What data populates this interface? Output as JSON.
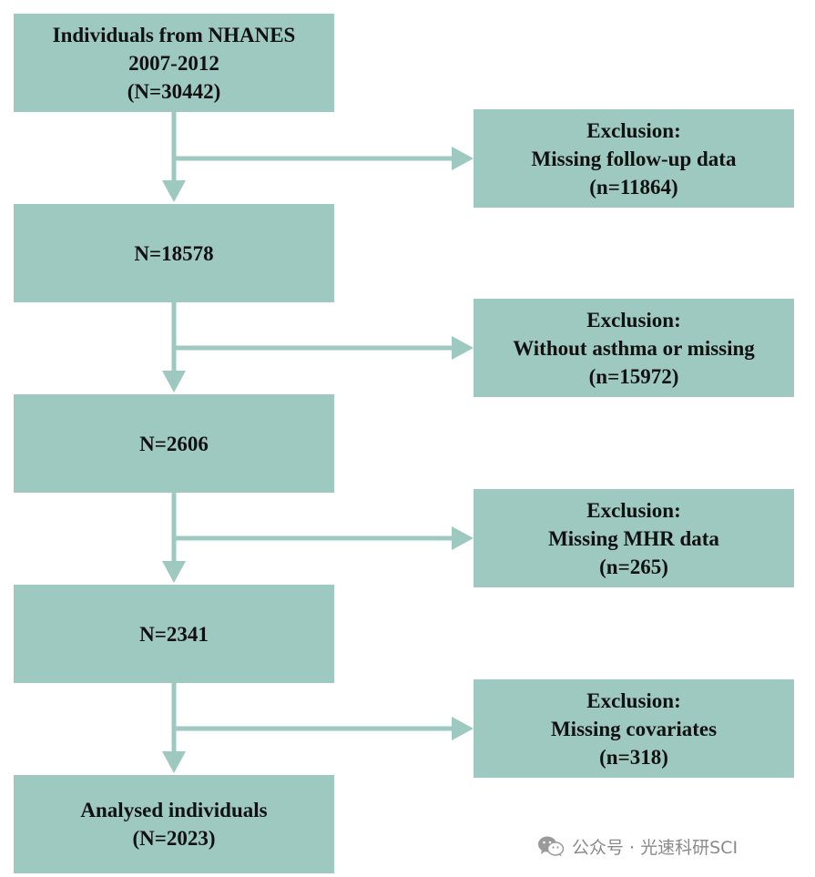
{
  "main_boxes": [
    {
      "lines": [
        "Individuals from NHANES",
        "2007-2012",
        "(N=30442)"
      ]
    },
    {
      "lines": [
        "N=18578"
      ]
    },
    {
      "lines": [
        "N=2606"
      ]
    },
    {
      "lines": [
        "N=2341"
      ]
    },
    {
      "lines": [
        "Analysed individuals",
        "(N=2023)"
      ]
    }
  ],
  "exclusion_boxes": [
    {
      "heading": "Exclusion:",
      "reason": "Missing follow-up data",
      "count": "(n=11864)"
    },
    {
      "heading": "Exclusion:",
      "reason": "Without asthma or missing",
      "count": "(n=15972)"
    },
    {
      "heading": "Exclusion:",
      "reason": "Missing MHR data",
      "count": "(n=265)"
    },
    {
      "heading": "Exclusion:",
      "reason": "Missing covariates",
      "count": "(n=318)"
    }
  ],
  "watermark": {
    "text": "公众号 · 光速科研SCI",
    "icon": "wechat-logo-icon"
  },
  "colors": {
    "box_fill": "#9ec9c0",
    "arrow": "#9ec9c0",
    "text": "#111111",
    "watermark": "#8a8a8a"
  }
}
